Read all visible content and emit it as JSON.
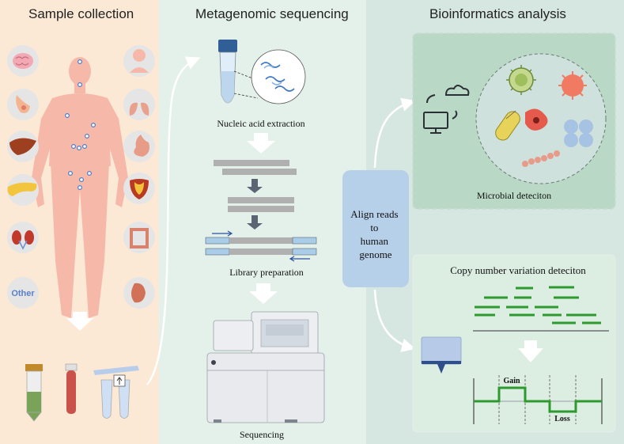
{
  "sections": {
    "sample_collection": "Sample collection",
    "metagenomic_sequencing": "Metagenomic sequencing",
    "bioinformatics_analysis": "Bioinformatics analysis"
  },
  "sample": {
    "other_label": "Other"
  },
  "metagenomic": {
    "extraction_label": "Nucleic acid extraction",
    "library_label": "Library preparation",
    "sequencing_label": "Sequencing"
  },
  "bioinformatics": {
    "align_label": "Align reads to human genome",
    "microbial_label": "Microbial deteciton",
    "cnv_label": "Copy number variation deteciton",
    "gain_label": "Gain",
    "loss_label": "Loss"
  },
  "colors": {
    "panel_sample": "#fbe9d6",
    "panel_meta": "#e4f1ea",
    "panel_bio": "#d6e6e1",
    "body_pink": "#f6b9a9",
    "organ_circle": "#e5e5e5",
    "align_box": "#b7d0ea",
    "read_green": "#2e9a2e",
    "sequencer_gray": "#e8eaed"
  }
}
